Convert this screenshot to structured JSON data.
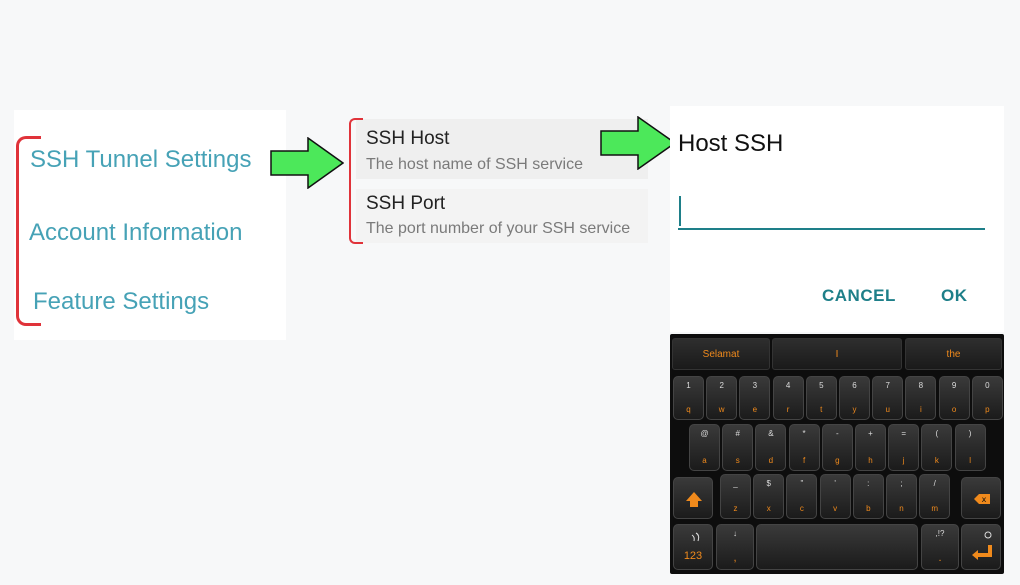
{
  "panel1": {
    "items": [
      "SSH Tunnel Settings",
      "Account Information",
      "Feature Settings"
    ]
  },
  "panel2": {
    "items": [
      {
        "title": "SSH Host",
        "subtitle": "The host name of SSH service"
      },
      {
        "title": "SSH Port",
        "subtitle": "The port number of your SSH service"
      }
    ]
  },
  "dialog": {
    "title": "Host SSH",
    "input_value": "",
    "cancel_label": "CANCEL",
    "ok_label": "OK"
  },
  "keyboard": {
    "suggestions": [
      "Selamat",
      "I",
      "the"
    ],
    "row1": [
      {
        "top": "1",
        "bot": "q"
      },
      {
        "top": "2",
        "bot": "w"
      },
      {
        "top": "3",
        "bot": "e"
      },
      {
        "top": "4",
        "bot": "r"
      },
      {
        "top": "5",
        "bot": "t"
      },
      {
        "top": "6",
        "bot": "y"
      },
      {
        "top": "7",
        "bot": "u"
      },
      {
        "top": "8",
        "bot": "i"
      },
      {
        "top": "9",
        "bot": "o"
      },
      {
        "top": "0",
        "bot": "p"
      }
    ],
    "row2": [
      {
        "top": "@",
        "bot": "a"
      },
      {
        "top": "#",
        "bot": "s"
      },
      {
        "top": "&",
        "bot": "d"
      },
      {
        "top": "*",
        "bot": "f"
      },
      {
        "top": "-",
        "bot": "g"
      },
      {
        "top": "+",
        "bot": "h"
      },
      {
        "top": "=",
        "bot": "j"
      },
      {
        "top": "(",
        "bot": "k"
      },
      {
        "top": ")",
        "bot": "l"
      }
    ],
    "row3": [
      {
        "top": "_",
        "bot": "z"
      },
      {
        "top": "$",
        "bot": "x"
      },
      {
        "top": "\"",
        "bot": "c"
      },
      {
        "top": "'",
        "bot": "v"
      },
      {
        "top": ":",
        "bot": "b"
      },
      {
        "top": ";",
        "bot": "n"
      },
      {
        "top": "/",
        "bot": "m"
      }
    ],
    "shift_icon": "shift-arrow-icon",
    "backspace_icon": "backspace-icon",
    "numbers_label": "123",
    "comma_top": "↓",
    "comma_bot": ",",
    "period_top": ",!?",
    "period_bot": ".",
    "enter_icon": "enter-icon",
    "colors": {
      "accent": "#f08a1c",
      "teal": "#1e7f89",
      "link": "#46a2b6",
      "bracket": "#e0333a",
      "arrow": "#4ce85a"
    }
  }
}
